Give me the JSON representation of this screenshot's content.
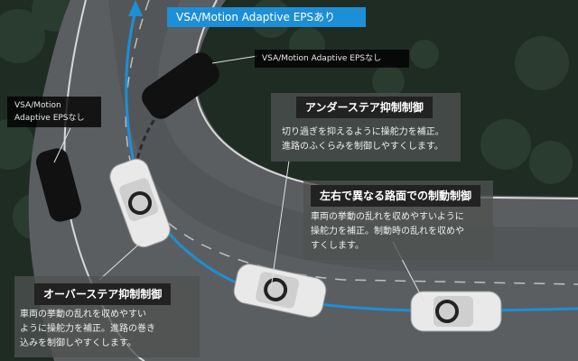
{
  "labels": {
    "vsa_with": "VSA/Motion Adaptive EPSあり",
    "vsa_without_top": "VSA/Motion Adaptive EPSなし",
    "vsa_without_left": "VSA/Motion\nAdaptive EPSなし"
  },
  "panels": {
    "understeer": {
      "title": "アンダーステア抑制制御",
      "body": "切り過ぎを抑えるように操舵力を補正。\n進路のふくらみを制御しやすくします。"
    },
    "split_mu": {
      "title": "左右で異なる路面での制動制御",
      "body": "車両の挙動の乱れを収めやすいように\n操舵力を補正。制動時の乱れを収めや\nすくします。"
    },
    "oversteer": {
      "title": "オーバーステア抑制制御",
      "body": "車両の挙動の乱れを収めやすい\nように操舵力を補正。進路の巻き\n込みを制御しやすくします。"
    }
  },
  "colors": {
    "grass": "#1e2b23",
    "road": "#5a5d5e",
    "lane_line": "#d8d8d8",
    "path_with": "#1d8fd6",
    "car_body": "#e9e9e9",
    "car_shadow": "#111111"
  }
}
